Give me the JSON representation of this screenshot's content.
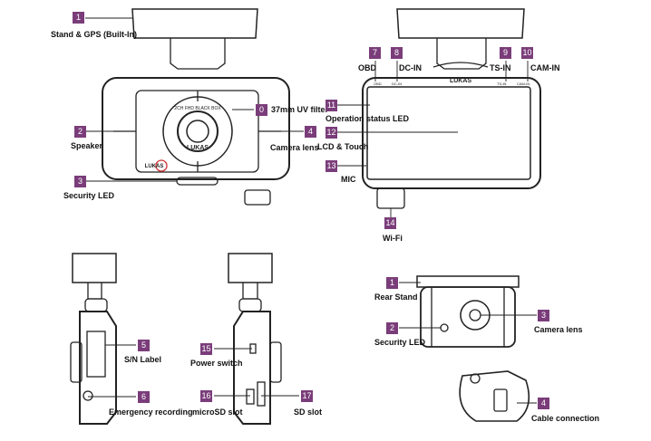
{
  "device": {
    "logo_text": "LUKAS",
    "lens_ring_text": "2CH FHD BLACK BOX",
    "port_texts": [
      "OBD",
      "DC-IN",
      "TS-IN",
      "CAM-IN"
    ]
  },
  "front_callouts": [
    {
      "num": "1",
      "label": "Stand & GPS (Built-In)"
    },
    {
      "num": "2",
      "label": "Speaker"
    },
    {
      "num": "3",
      "label": "Security LED"
    },
    {
      "num": "0",
      "label": "37mm UV filter"
    },
    {
      "num": "4",
      "label": "Camera lens"
    }
  ],
  "back_callouts": [
    {
      "num": "7",
      "label": "OBD"
    },
    {
      "num": "8",
      "label": "DC-IN"
    },
    {
      "num": "9",
      "label": "TS-IN"
    },
    {
      "num": "10",
      "label": "CAM-IN"
    },
    {
      "num": "11",
      "label": "Operation status LED"
    },
    {
      "num": "12",
      "label": "LCD & Touch"
    },
    {
      "num": "13",
      "label": "MIC"
    },
    {
      "num": "14",
      "label": "Wi-Fi"
    }
  ],
  "side_callouts": [
    {
      "num": "5",
      "label": "S/N Label"
    },
    {
      "num": "6",
      "label": "Emergency recording"
    },
    {
      "num": "15",
      "label": "Power switch"
    },
    {
      "num": "16",
      "label": "microSD slot"
    },
    {
      "num": "17",
      "label": "SD slot"
    }
  ],
  "rear_callouts": [
    {
      "num": "1",
      "label": "Rear Stand"
    },
    {
      "num": "2",
      "label": "Security LED"
    },
    {
      "num": "3",
      "label": "Camera lens"
    },
    {
      "num": "4",
      "label": "Cable connection"
    }
  ]
}
